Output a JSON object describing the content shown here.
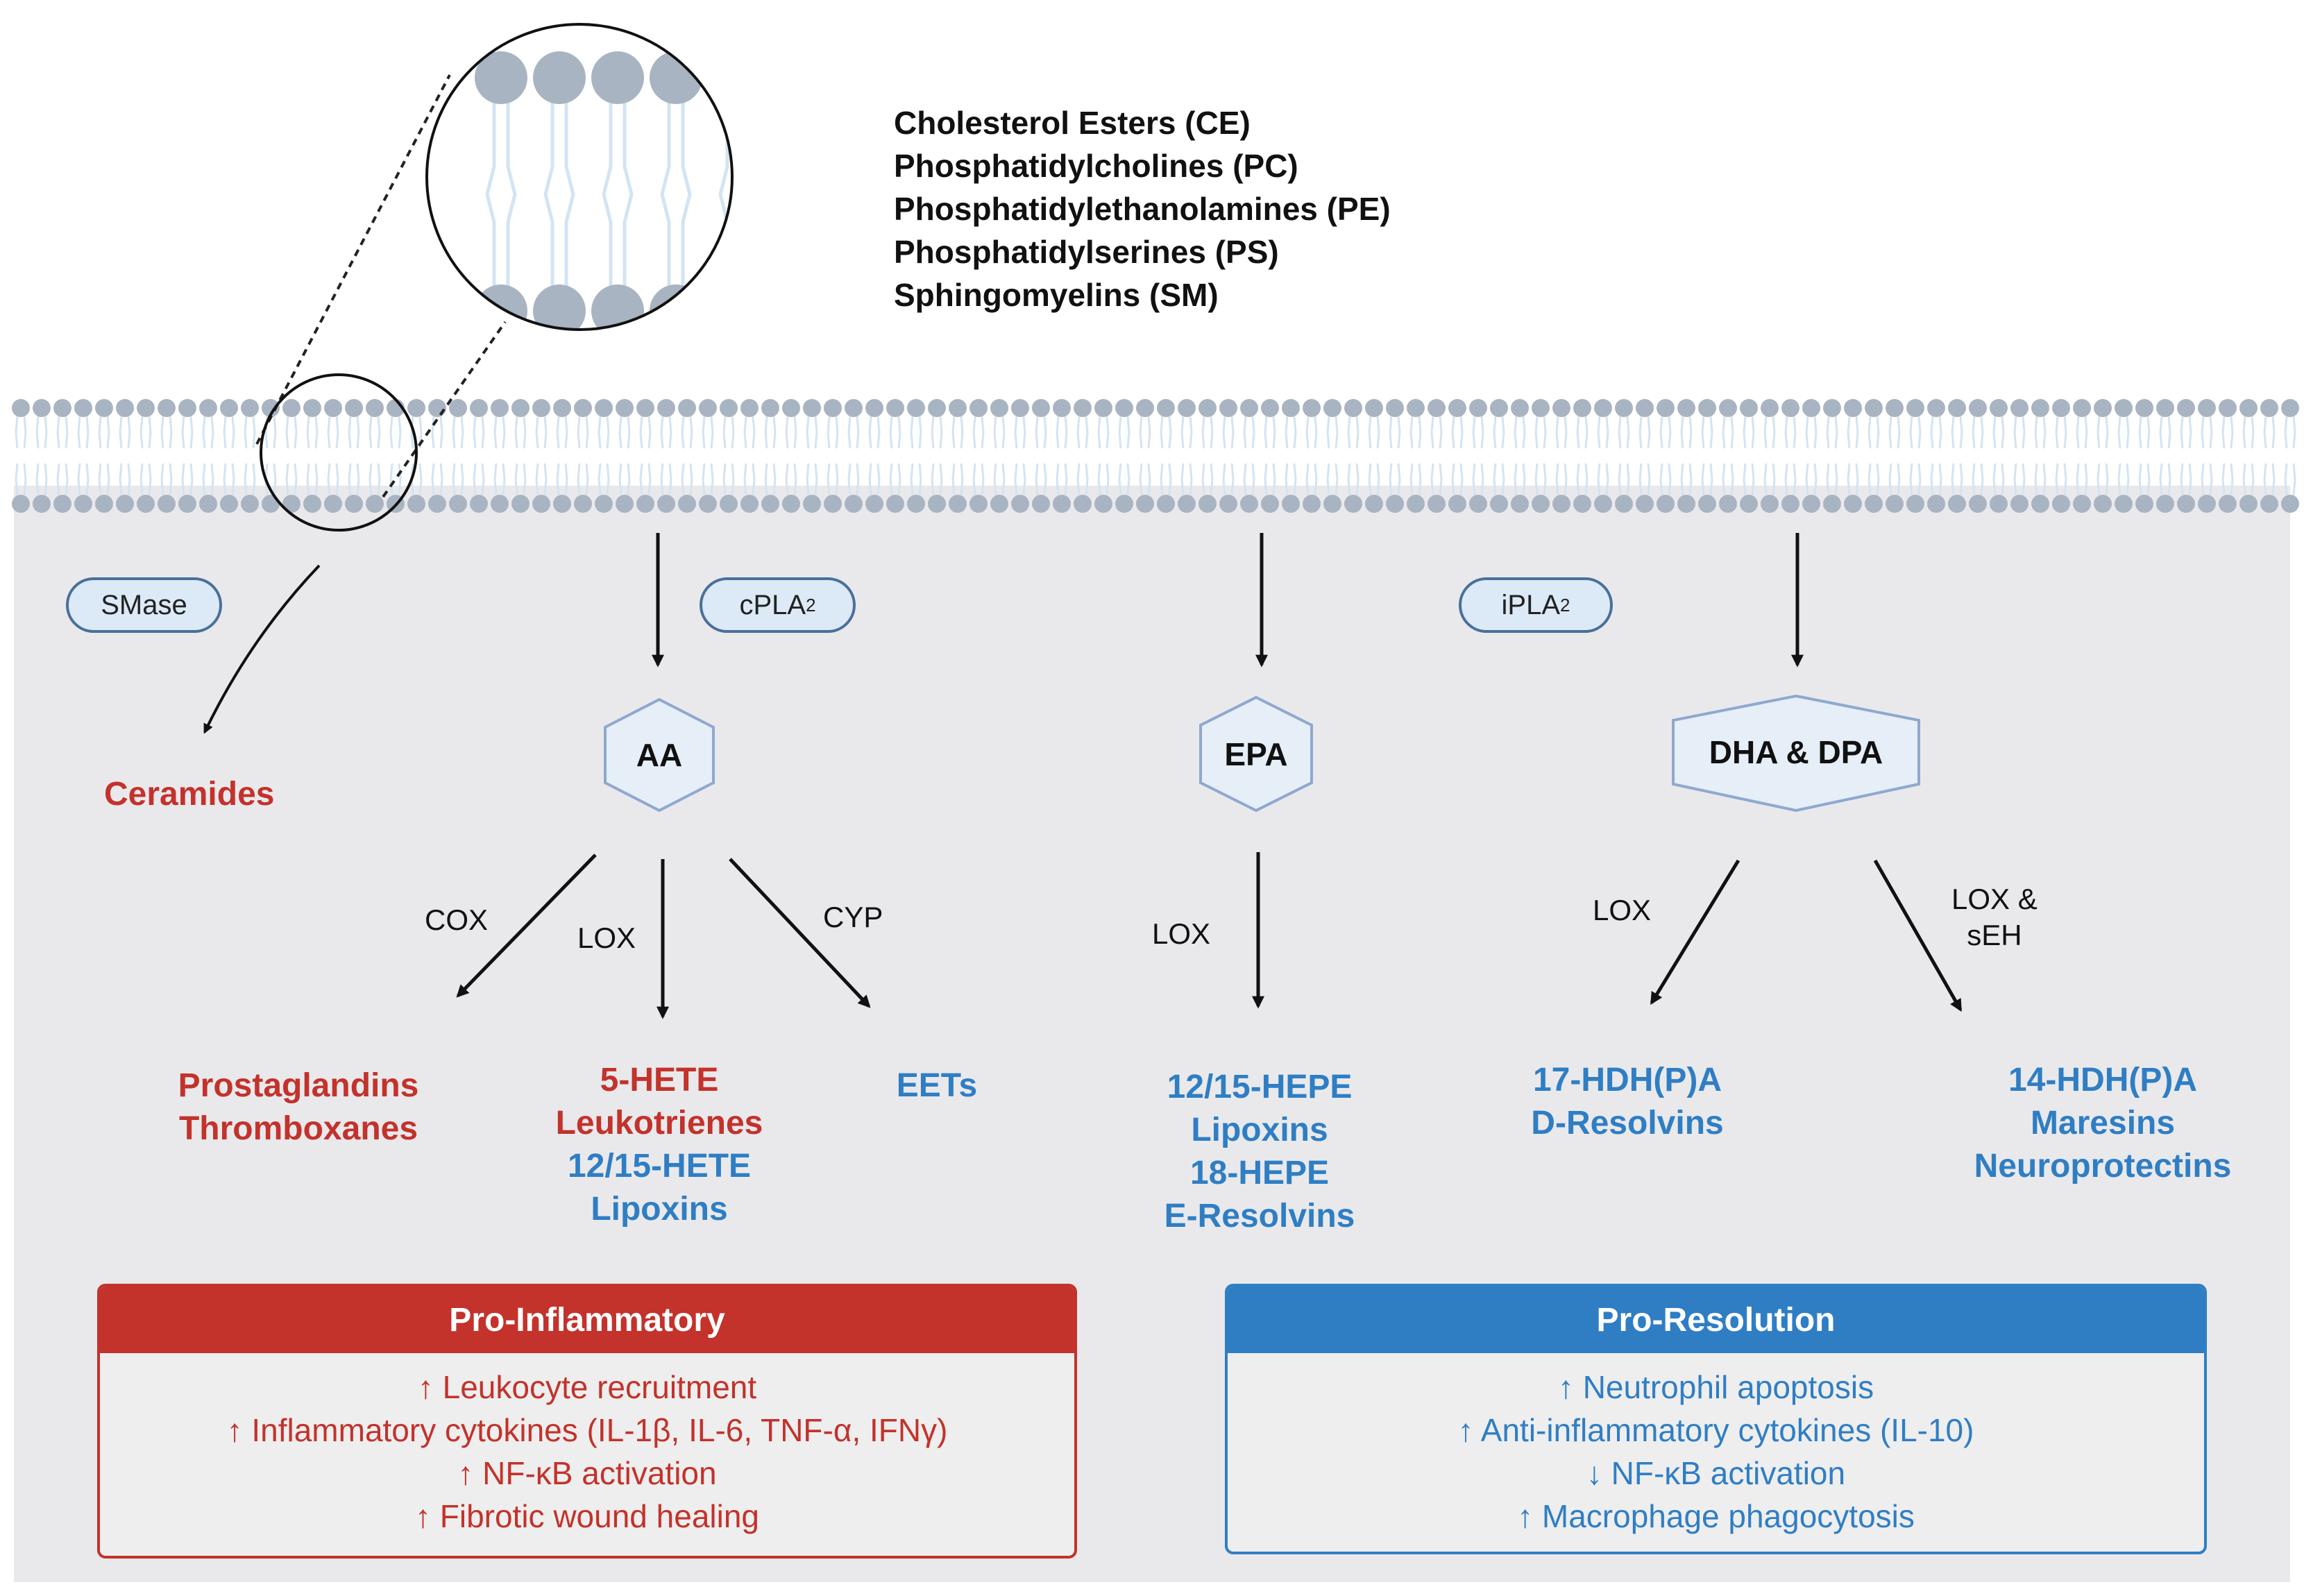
{
  "lipid_classes": [
    "Cholesterol Esters (CE)",
    "Phosphatidylcholines (PC)",
    "Phosphatidylethanolamines (PE)",
    "Phosphatidylserines (PS)",
    "Sphingomyelins (SM)"
  ],
  "enzymes": {
    "smase": "SMase",
    "cpla2_main": "cPLA",
    "cpla2_sub": "2",
    "ipla2_main": "iPLA",
    "ipla2_sub": "2"
  },
  "substrates": {
    "aa": "AA",
    "epa": "EPA",
    "dha_dpa": "DHA & DPA"
  },
  "arrow_labels": {
    "cox": "COX",
    "lox_aa": "LOX",
    "cyp": "CYP",
    "lox_epa": "LOX",
    "lox_dha": "LOX",
    "lox_seh_1": "LOX &",
    "lox_seh_2": "sEH"
  },
  "products": {
    "ceramides": "Ceramides",
    "prostaglandins": "Prostaglandins",
    "thromboxanes": "Thromboxanes",
    "hete5": "5-HETE",
    "leukotrienes": "Leukotrienes",
    "hete1215": "12/15-HETE",
    "lipoxins_aa": "Lipoxins",
    "eets": "EETs",
    "hepe1215": "12/15-HEPE",
    "lipoxins_epa": "Lipoxins",
    "hepe18": "18-HEPE",
    "e_resolvins": "E-Resolvins",
    "hdhpa17": "17-HDH(P)A",
    "d_resolvins": "D-Resolvins",
    "hdhpa14": "14-HDH(P)A",
    "maresins": "Maresins",
    "neuroprotectins": "Neuroprotectins"
  },
  "pro_inflammatory": {
    "title": "Pro-Inflammatory",
    "effects": [
      "↑ Leukocyte recruitment",
      "↑ Inflammatory cytokines (IL-1β, IL-6, TNF-α, IFNγ)",
      "↑ NF-κB activation",
      "↑ Fibrotic wound healing"
    ]
  },
  "pro_resolution": {
    "title": "Pro-Resolution",
    "effects": [
      "↑ Neutrophil apoptosis",
      "↑ Anti-inflammatory cytokines (IL-10)",
      "↓ NF-κB activation",
      "↑ Macrophage phagocytosis"
    ]
  },
  "colors": {
    "pro_inflammatory": "#c3322b",
    "pro_resolution": "#2f7ec4",
    "cytoplasm": "#e9e9ec",
    "lipid_head": "#a9b4c2",
    "hexagon_fill": "#e6eef8",
    "hexagon_stroke": "#8fa8cf"
  }
}
